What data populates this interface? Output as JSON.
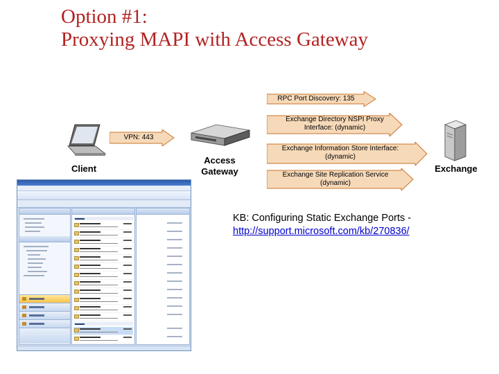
{
  "title": {
    "line1": "Option #1:",
    "line2": "Proxying MAPI with Access Gateway"
  },
  "nodes": {
    "client": "Client",
    "gateway_line1": "Access",
    "gateway_line2": "Gateway",
    "exchange": "Exchange"
  },
  "connections": {
    "vpn": "VPN: 443",
    "rpc": "RPC Port Discovery: 135",
    "nspi_line1": "Exchange Directory NSPI Proxy",
    "nspi_line2": "Interface: (dynamic)",
    "store_line1": "Exchange Information Store Interface:",
    "store_line2": "(dynamic)",
    "replication_line1": "Exchange Site Replication Service",
    "replication_line2": "(dynamic)"
  },
  "kb": {
    "text": "KB: Configuring Static Exchange Ports -",
    "link": "http://support.microsoft.com/kb/270836/"
  },
  "colors": {
    "title": "#b22222",
    "arrow_fill": "#f6d9b8",
    "arrow_stroke": "#c8742c",
    "link": "#0000cc"
  }
}
